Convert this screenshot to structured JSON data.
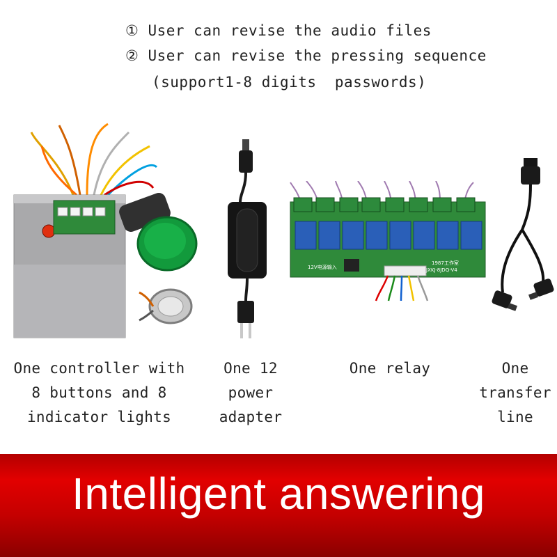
{
  "features": [
    "① User can revise the audio files",
    "② User can revise the pressing sequence",
    "(support1-8 digits  passwords)"
  ],
  "items": [
    {
      "icon": "controller-box-icon",
      "lines": [
        "One controller with",
        "8 buttons and 8",
        "indicator lights"
      ]
    },
    {
      "icon": "power-adapter-icon",
      "lines": [
        "One 12",
        "power",
        "adapter"
      ]
    },
    {
      "icon": "relay-board-icon",
      "lines": [
        "One relay"
      ]
    },
    {
      "icon": "transfer-cable-icon",
      "lines": [
        "One",
        "transfer",
        "line"
      ]
    }
  ],
  "relay_board": {
    "label_1": "12V电源输入",
    "label_2": "1987工作室",
    "label_3": "JXKJ-8JDQ-V4"
  },
  "banner": {
    "title": "Intelligent answering"
  },
  "colors": {
    "banner_red": "#d40000",
    "text": "#222222",
    "pcb_green": "#2f8a3a",
    "relay_blue": "#2a5fb8"
  }
}
